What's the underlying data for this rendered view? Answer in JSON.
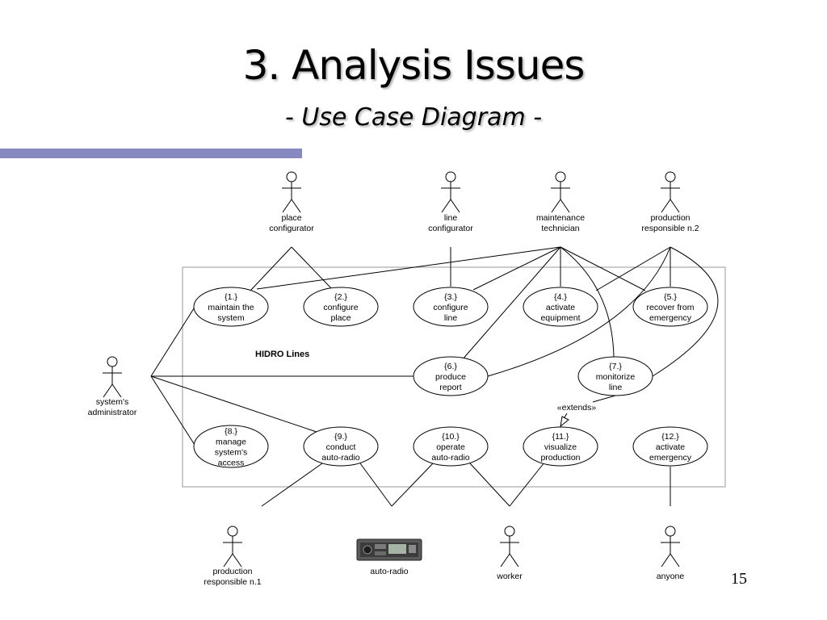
{
  "slide": {
    "title": "3. Analysis Issues",
    "subtitle": "- Use Case Diagram -",
    "page_number": "15",
    "accent_color": "#8689c0"
  },
  "diagram": {
    "boundary_label": "HIDRO Lines",
    "actors": {
      "place_configurator": [
        "place",
        "configurator"
      ],
      "line_configurator": [
        "line",
        "configurator"
      ],
      "maintenance_technician": [
        "maintenance",
        "technician"
      ],
      "production_responsible_2": [
        "production",
        "responsible n.2"
      ],
      "systems_administrator": [
        "system's",
        "administrator"
      ],
      "production_responsible_1": [
        "production",
        "responsible n.1"
      ],
      "auto_radio": [
        "auto-radio"
      ],
      "worker": [
        "worker"
      ],
      "anyone": [
        "anyone"
      ]
    },
    "use_cases": {
      "uc1": [
        "{1.}",
        "maintain the",
        "system"
      ],
      "uc2": [
        "{2.}",
        "configure",
        "place"
      ],
      "uc3": [
        "{3.}",
        "configure",
        "line"
      ],
      "uc4": [
        "{4.}",
        "activate",
        "equipment"
      ],
      "uc5": [
        "{5.}",
        "recover from",
        "emergency"
      ],
      "uc6": [
        "{6.}",
        "produce",
        "report"
      ],
      "uc7": [
        "{7.}",
        "monitorize",
        "line"
      ],
      "uc8": [
        "{8.}",
        "manage",
        "system's",
        "access"
      ],
      "uc9": [
        "{9.}",
        "conduct",
        "auto-radio"
      ],
      "uc10": [
        "{10.}",
        "operate",
        "auto-radio"
      ],
      "uc11": [
        "{11.}",
        "visualize",
        "production"
      ],
      "uc12": [
        "{12.}",
        "activate",
        "emergency"
      ]
    },
    "extends_label": "«extends»"
  }
}
